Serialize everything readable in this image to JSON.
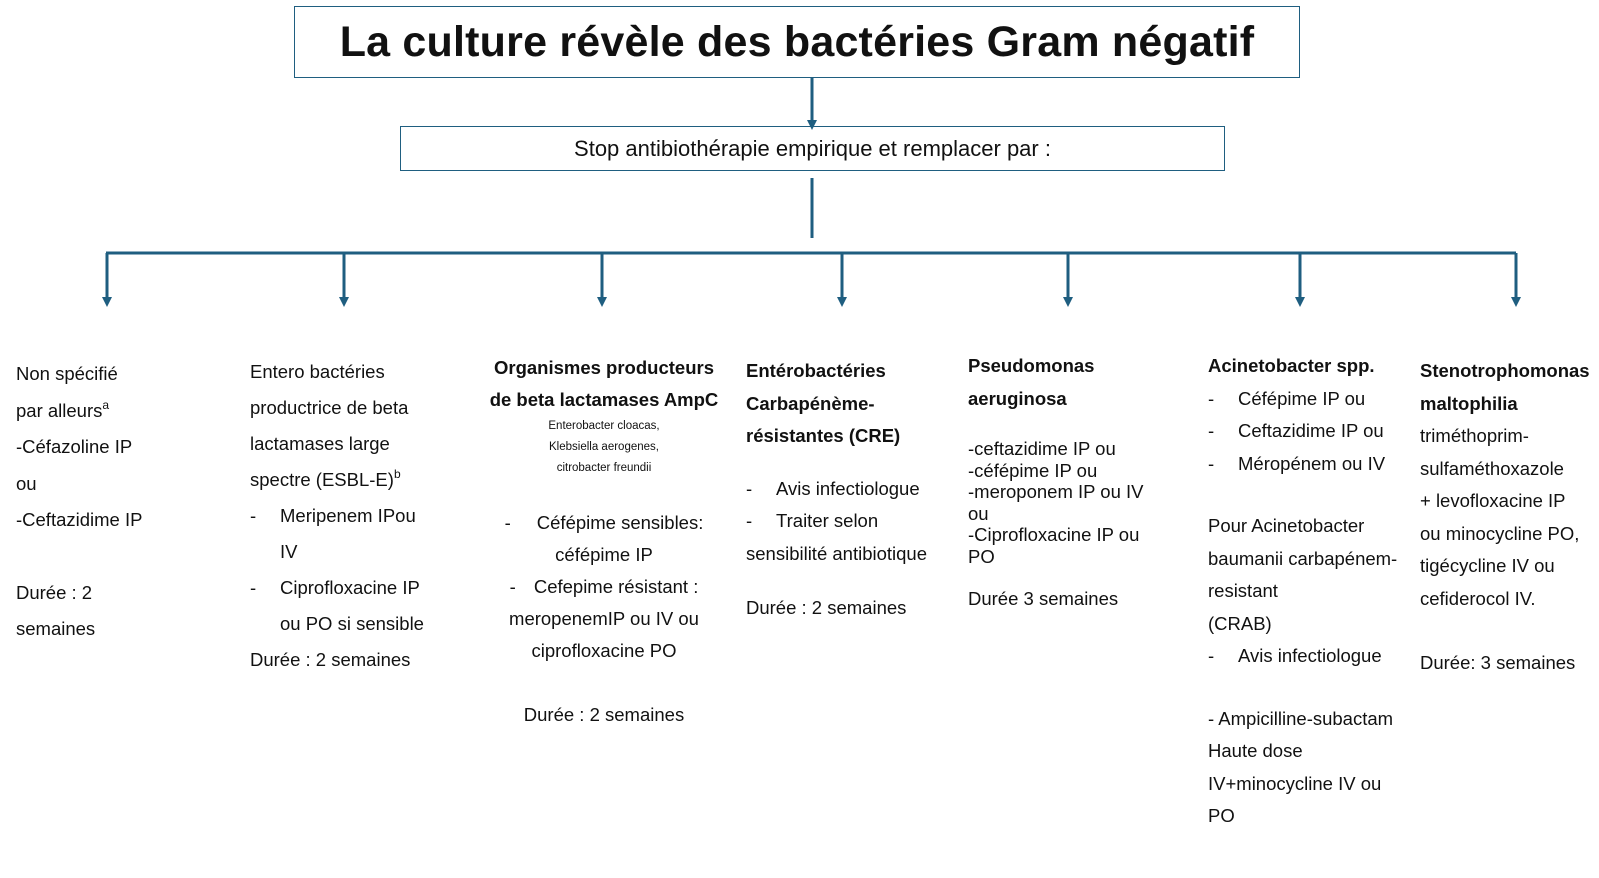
{
  "title": "La culture révèle des bactéries Gram négatif",
  "subtitle": "Stop antibiothérapie empirique et remplacer par :",
  "colors": {
    "connector": "#1f5e80",
    "border": "#1f5e80",
    "text": "#111111"
  },
  "columns": [
    {
      "lines": [
        "Non spécifié",
        "par alleurs",
        "-Céfazoline IP",
        "ou",
        "-Ceftazidime IP",
        "Durée : 2",
        "semaines"
      ],
      "sup_a": "a"
    },
    {
      "lines": [
        "Entero bactéries",
        "productrice de beta",
        "lactamases large",
        "spectre (ESBL-E)",
        "Meripenem IPou",
        "IV",
        "Ciprofloxacine IP",
        "ou PO si sensible",
        "Durée : 2 semaines"
      ],
      "sup_b": "b",
      "dash": "-"
    },
    {
      "heading": [
        "Organismes producteurs",
        "de beta lactamases AmpC"
      ],
      "small": [
        "Enterobacter cloacas,",
        "Klebsiella aerogenes,",
        "citrobacter freundii"
      ],
      "lines": [
        "Céfépime sensibles:",
        "céfépime IP",
        "Cefepime résistant :",
        "meropenemIP ou IV ou",
        "ciprofloxacine PO",
        "Durée : 2 semaines"
      ],
      "dash": "-"
    },
    {
      "heading": [
        "Entérobactéries",
        "Carbapénème-",
        "résistantes (CRE)"
      ],
      "lines": [
        "Avis infectiologue",
        "Traiter selon",
        "sensibilité antibiotique",
        "Durée : 2 semaines"
      ],
      "dash": "-"
    },
    {
      "heading": [
        "Pseudomonas",
        "aeruginosa"
      ],
      "lines": [
        "-ceftazidime IP ou",
        "-céfépime IP ou",
        "-meroponem IP ou IV",
        "ou",
        "-Ciprofloxacine IP ou",
        "PO",
        "Durée 3 semaines"
      ]
    },
    {
      "heading": [
        "Acinetobacter spp."
      ],
      "lines": [
        "Céfépime IP ou",
        "Ceftazidime IP ou",
        "Méropénem  ou IV",
        "Pour Acinetobacter",
        "baumanii carbapénem-",
        "resistant",
        "(CRAB)",
        "Avis infectiologue",
        "- Ampicilline-subactam",
        "Haute dose",
        "IV+minocycline IV ou",
        "PO"
      ],
      "dash": "-"
    },
    {
      "heading": [
        "Stenotrophomonas",
        "maltophilia"
      ],
      "lines": [
        "triméthoprim-",
        "sulfaméthoxazole",
        "+ levofloxacine IP",
        "ou minocycline PO,",
        "tigécycline IV ou",
        "cefiderocol IV.",
        "Durée: 3 semaines"
      ]
    }
  ]
}
